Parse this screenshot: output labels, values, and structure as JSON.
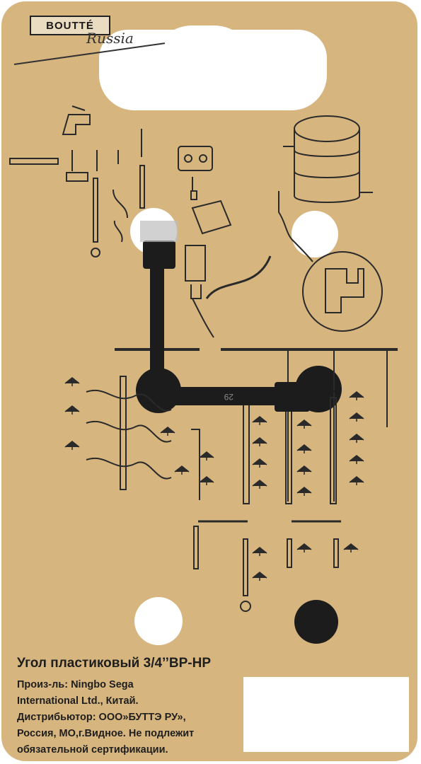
{
  "brand": {
    "name": "BOUTTÉ",
    "script": "Russia"
  },
  "product": {
    "title": "Угол пластиковый 3/4’’ВР-НР",
    "info_lines": [
      "Произ-ль: Ningbo Sega",
      "International Ltd., Китай.",
      "Дистрибьютор: ООО»БУТТЭ РУ»,",
      "Россия, МО,г.Видное. Не подлежит",
      "обязательной сертификации."
    ]
  },
  "cable_tie_marking": "29",
  "colors": {
    "card": "#d7b57f",
    "ink": "#2a2a2a",
    "tie": "#1c1c1c"
  }
}
